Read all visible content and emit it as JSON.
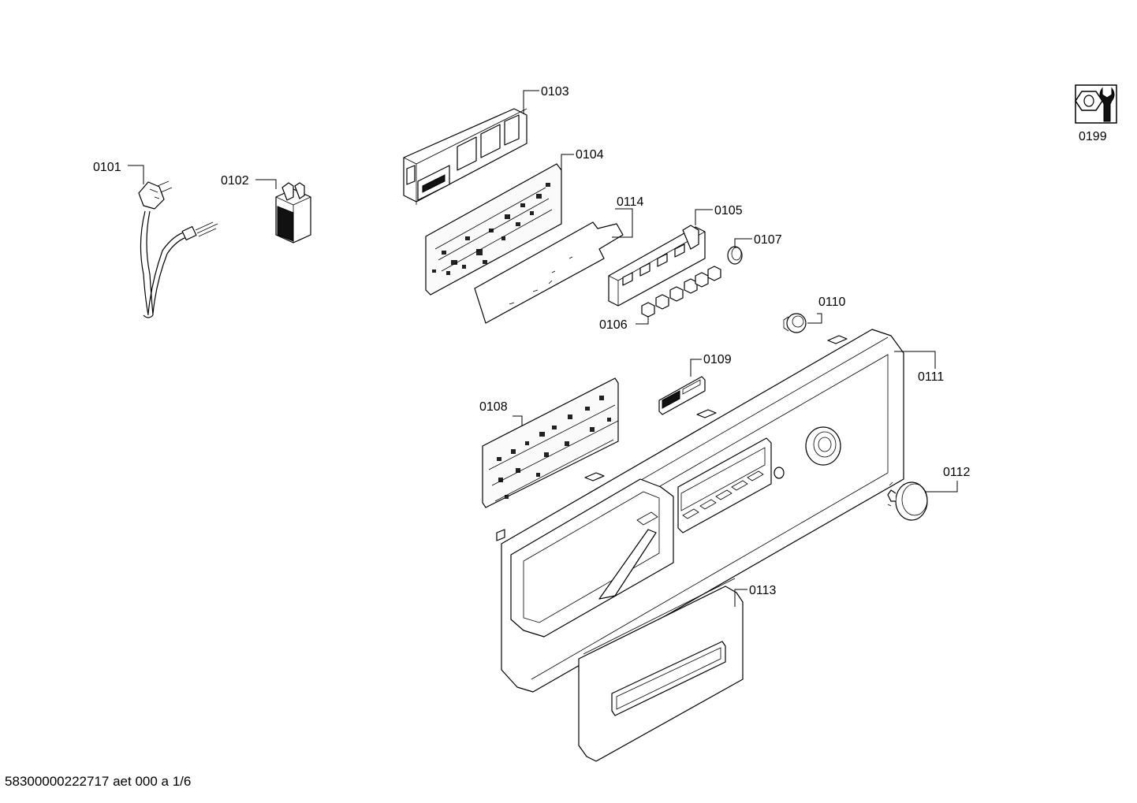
{
  "labels": {
    "p0101": "0101",
    "p0102": "0102",
    "p0103": "0103",
    "p0104": "0104",
    "p0105": "0105",
    "p0106": "0106",
    "p0107": "0107",
    "p0108": "0108",
    "p0109": "0109",
    "p0110": "0110",
    "p0111": "0111",
    "p0112": "0112",
    "p0113": "0113",
    "p0114": "0114",
    "p0199": "0199"
  },
  "footer": "58300000222717 aet 000 a 1/6",
  "icons": {
    "service": "wrench-nut-icon"
  }
}
